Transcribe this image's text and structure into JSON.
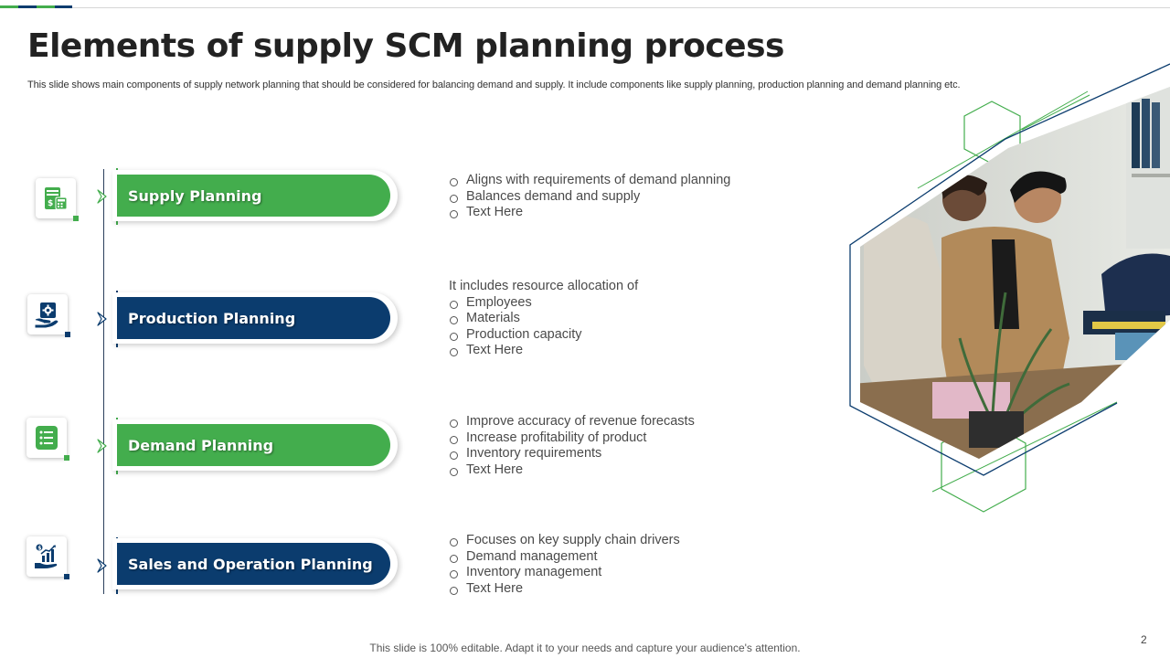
{
  "slide": {
    "title": "Elements of supply SCM planning process",
    "subtitle": "This slide shows main components of supply network planning that should be considered for balancing demand and supply. It include components like supply planning, production planning and demand planning etc.",
    "footer": "This slide is 100% editable. Adapt it to your needs and capture your audience's attention.",
    "page_number": "2"
  },
  "colors": {
    "green": "#43ad4d",
    "navy": "#0b3c6e",
    "dark_line": "#2b3f5c"
  },
  "items": [
    {
      "label": "Supply Planning",
      "color": "green",
      "icon": "calculator-money-icon",
      "intro": "",
      "bullets": [
        "Aligns with requirements of demand planning",
        "Balances demand and supply",
        "Text Here"
      ]
    },
    {
      "label": "Production Planning",
      "color": "navy",
      "icon": "hand-gear-icon",
      "intro": "It includes resource allocation of",
      "bullets": [
        "Employees",
        "Materials",
        "Production capacity",
        "Text Here"
      ]
    },
    {
      "label": "Demand Planning",
      "color": "green",
      "icon": "checklist-icon",
      "intro": "",
      "bullets": [
        "Improve accuracy of revenue forecasts",
        "Increase profitability of product",
        "Inventory requirements",
        "Text Here"
      ]
    },
    {
      "label": "Sales and Operation Planning",
      "color": "navy",
      "icon": "hand-growth-chart-icon",
      "intro": "",
      "bullets": [
        "Focuses on key supply chain drivers",
        "Demand management",
        "Inventory management",
        "Text Here"
      ]
    }
  ],
  "image": {
    "icon": "team-meeting-photo"
  }
}
